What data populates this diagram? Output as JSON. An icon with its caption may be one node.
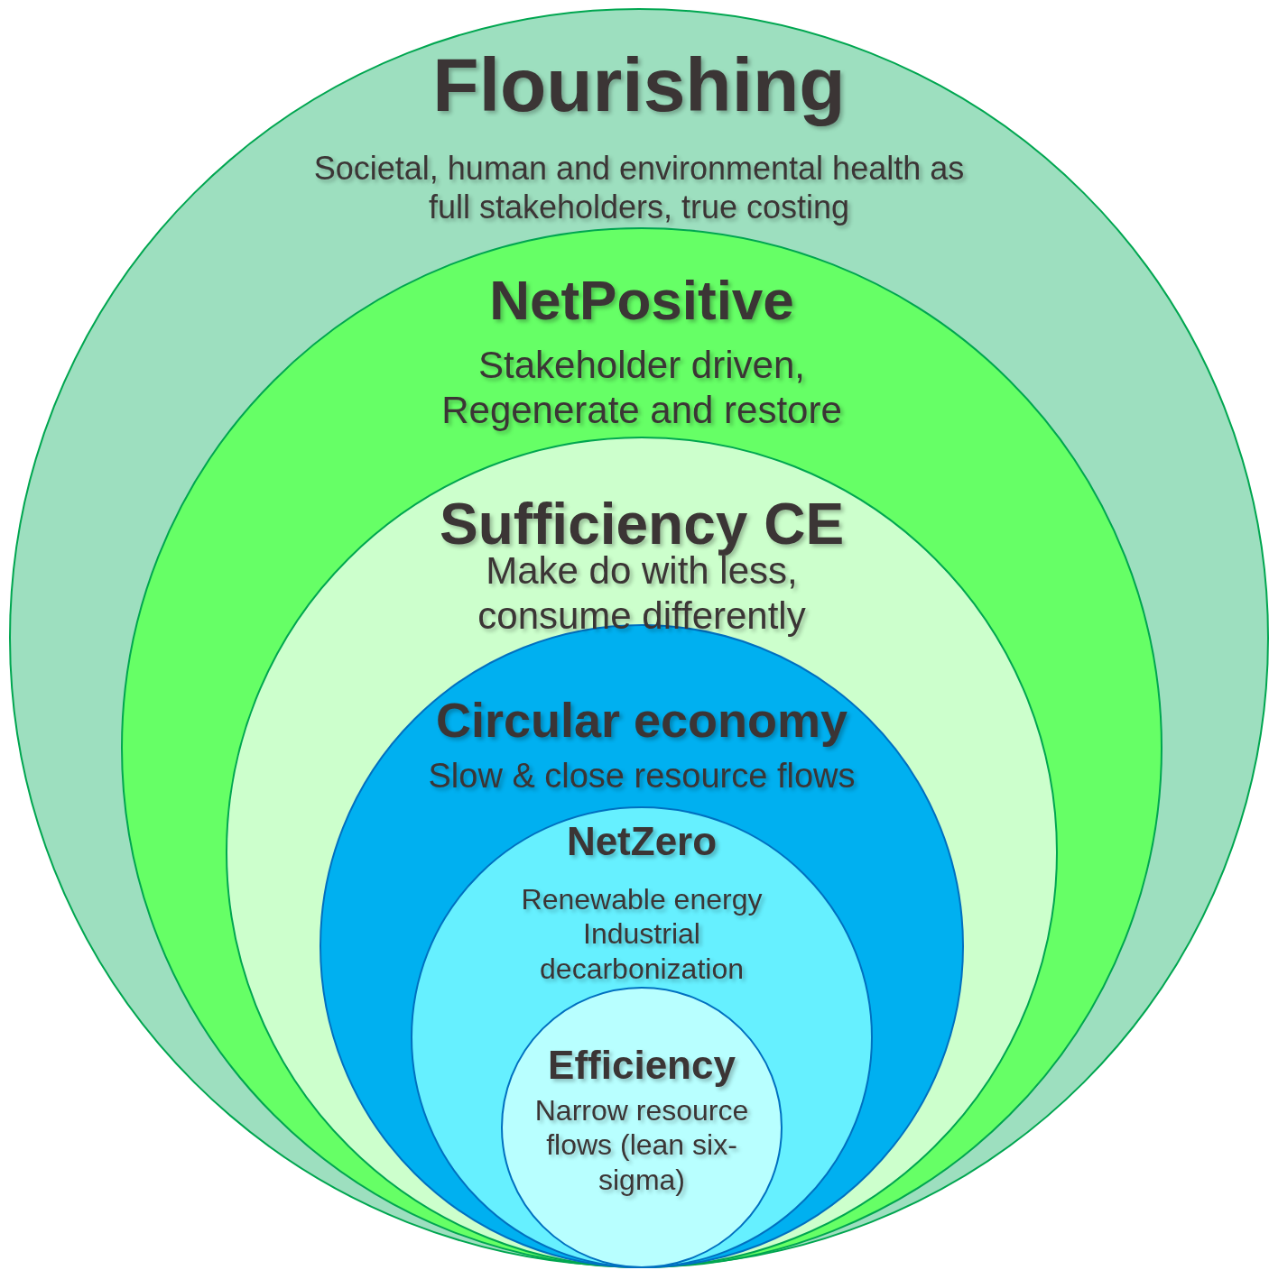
{
  "diagram": {
    "nodes": [
      {
        "text": [
          "Flourishing",
          "Societal, human and environmental health as full stakeholders, true costing"
        ]
      },
      {
        "text": [
          "NetPositive",
          "Stakeholder driven, Regenerate and restore"
        ],
        "in": 0
      },
      {
        "text": [
          "Sufficiency CE",
          "Make do with less, consume differently"
        ],
        "in": 1
      },
      {
        "text": [
          "Circular economy",
          "Slow & close resource flows"
        ],
        "in": 2
      },
      {
        "text": [
          "NetZero",
          "Renewable energy Industrial decarbonization"
        ],
        "in": 3
      },
      {
        "text": [
          "Efficiency",
          "Narrow resource flows (lean six-sigma)"
        ],
        "in": 4
      }
    ]
  }
}
